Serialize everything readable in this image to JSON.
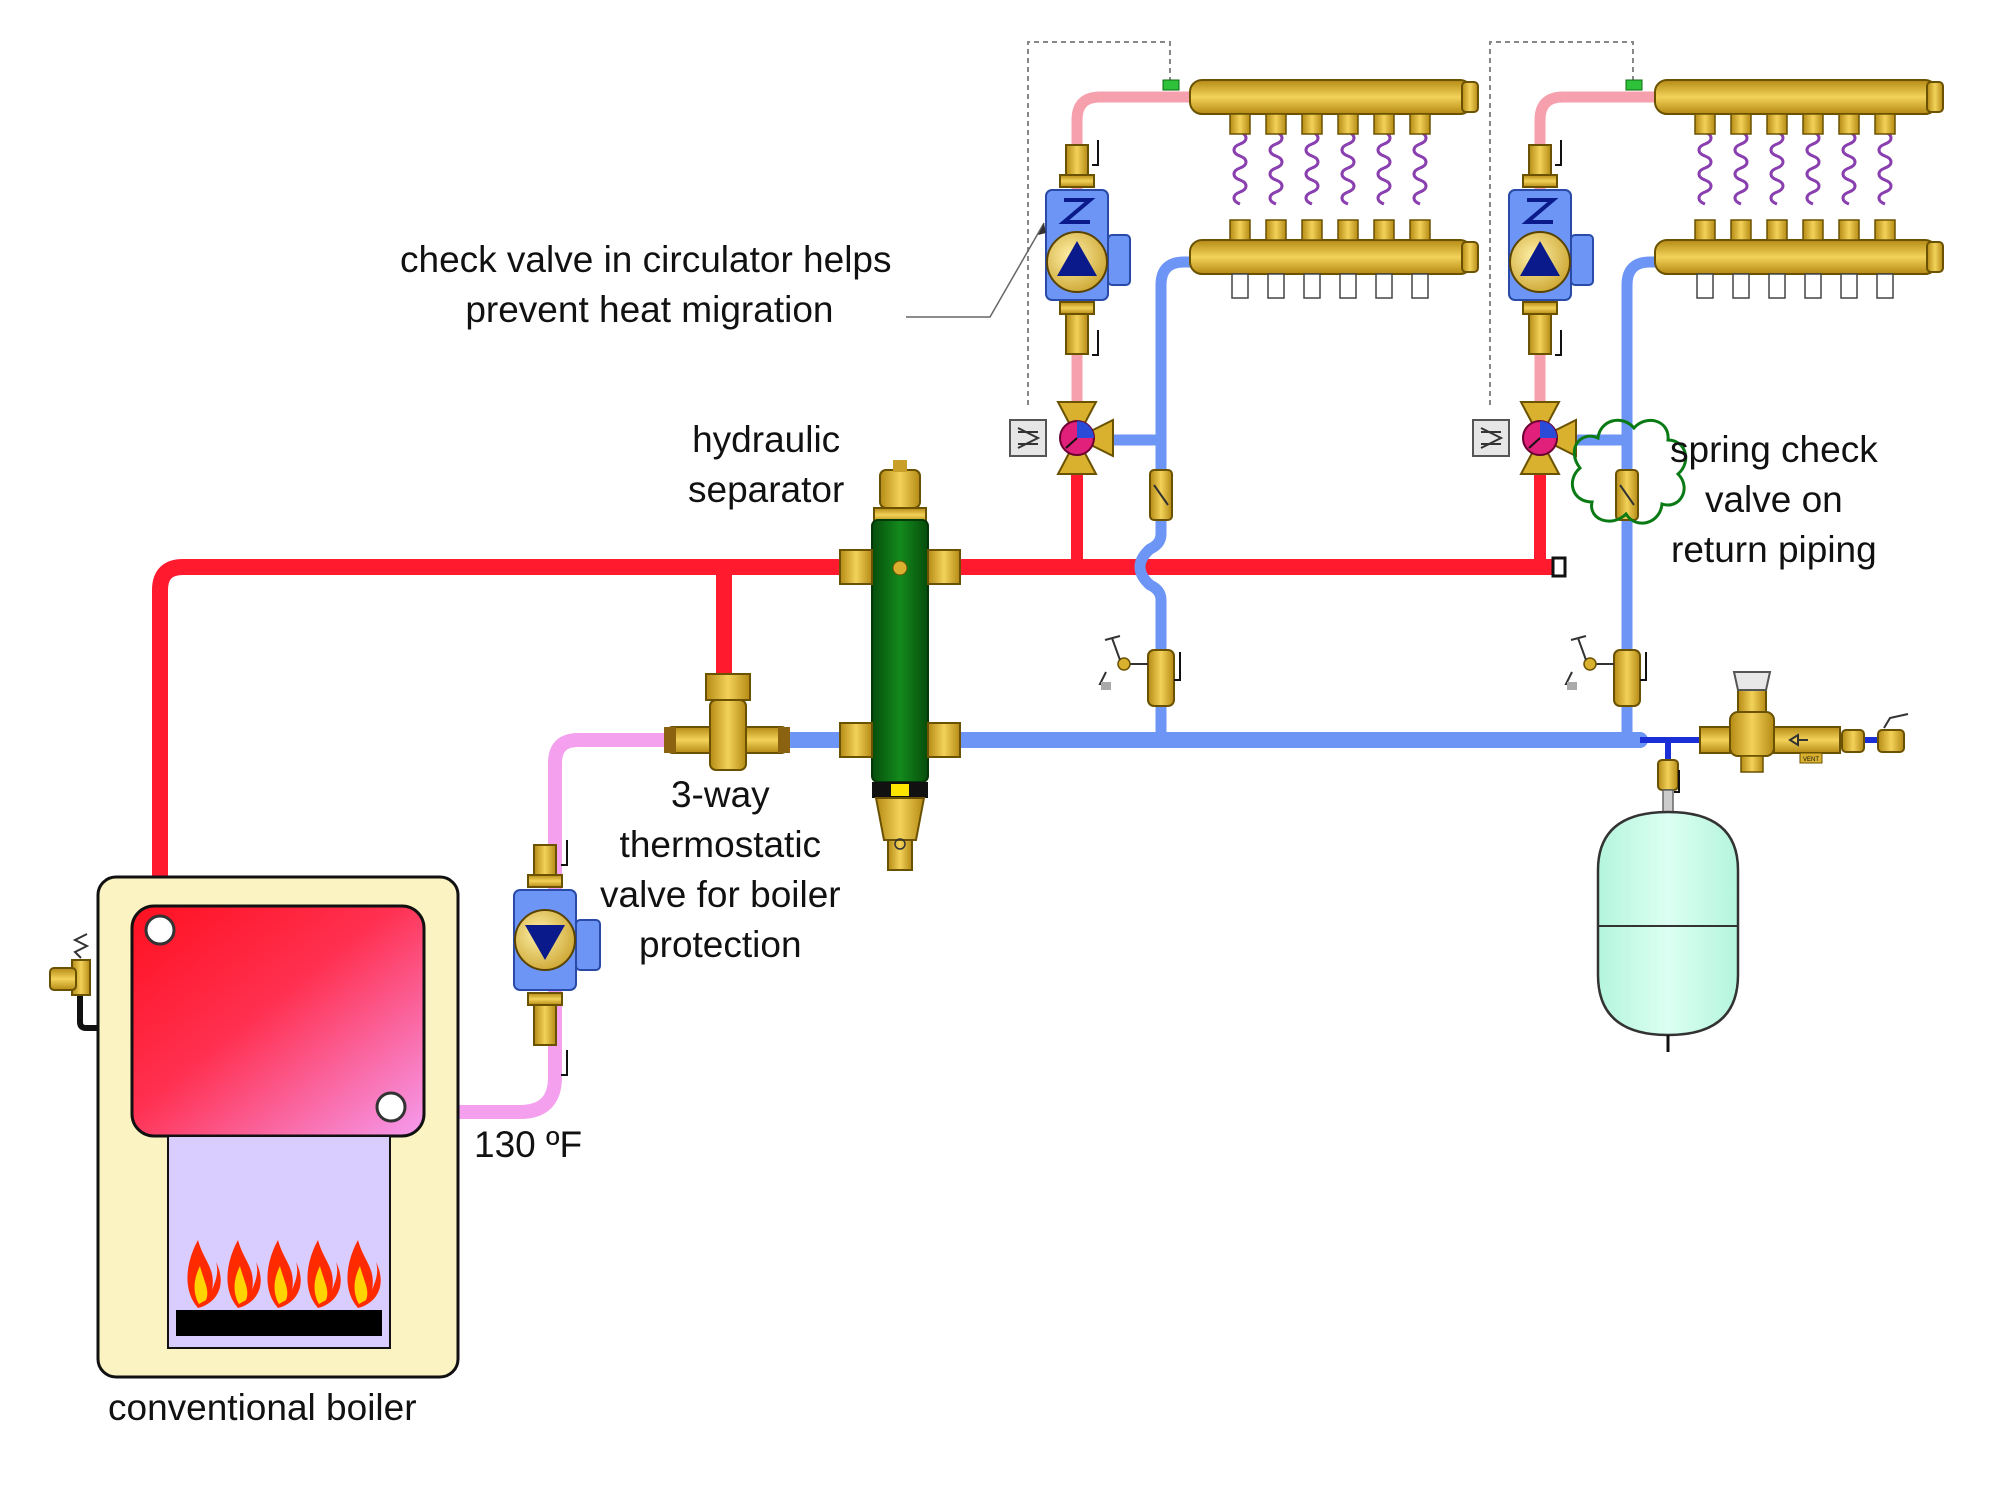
{
  "labels": {
    "check_valve_note": [
      "check valve in circulator helps",
      "prevent heat migration"
    ],
    "hydraulic_separator": [
      "hydraulic",
      "separator"
    ],
    "spring_check": [
      "spring check",
      "valve on",
      "return piping"
    ],
    "three_way_valve": [
      "3-way",
      "thermostatic",
      "valve for boiler",
      "protection"
    ],
    "boiler_temp": "130 ºF",
    "boiler": "conventional boiler",
    "regulator_tag": "VENT"
  },
  "colors": {
    "supply_hot": "#ff1a2e",
    "supply_light": "#f6a0ad",
    "return": "#6c95f5",
    "mixed_return": "#f5a0ee",
    "separator": "#0b6b12",
    "brass": "#d9b12e",
    "boiler_cabinet": "#fbf4c2",
    "combustion_chamber": "#d9ccff",
    "expansion_tank": "#c9fbe8",
    "flame_outer": "#ff2a00",
    "flame_inner": "#ffd400"
  }
}
